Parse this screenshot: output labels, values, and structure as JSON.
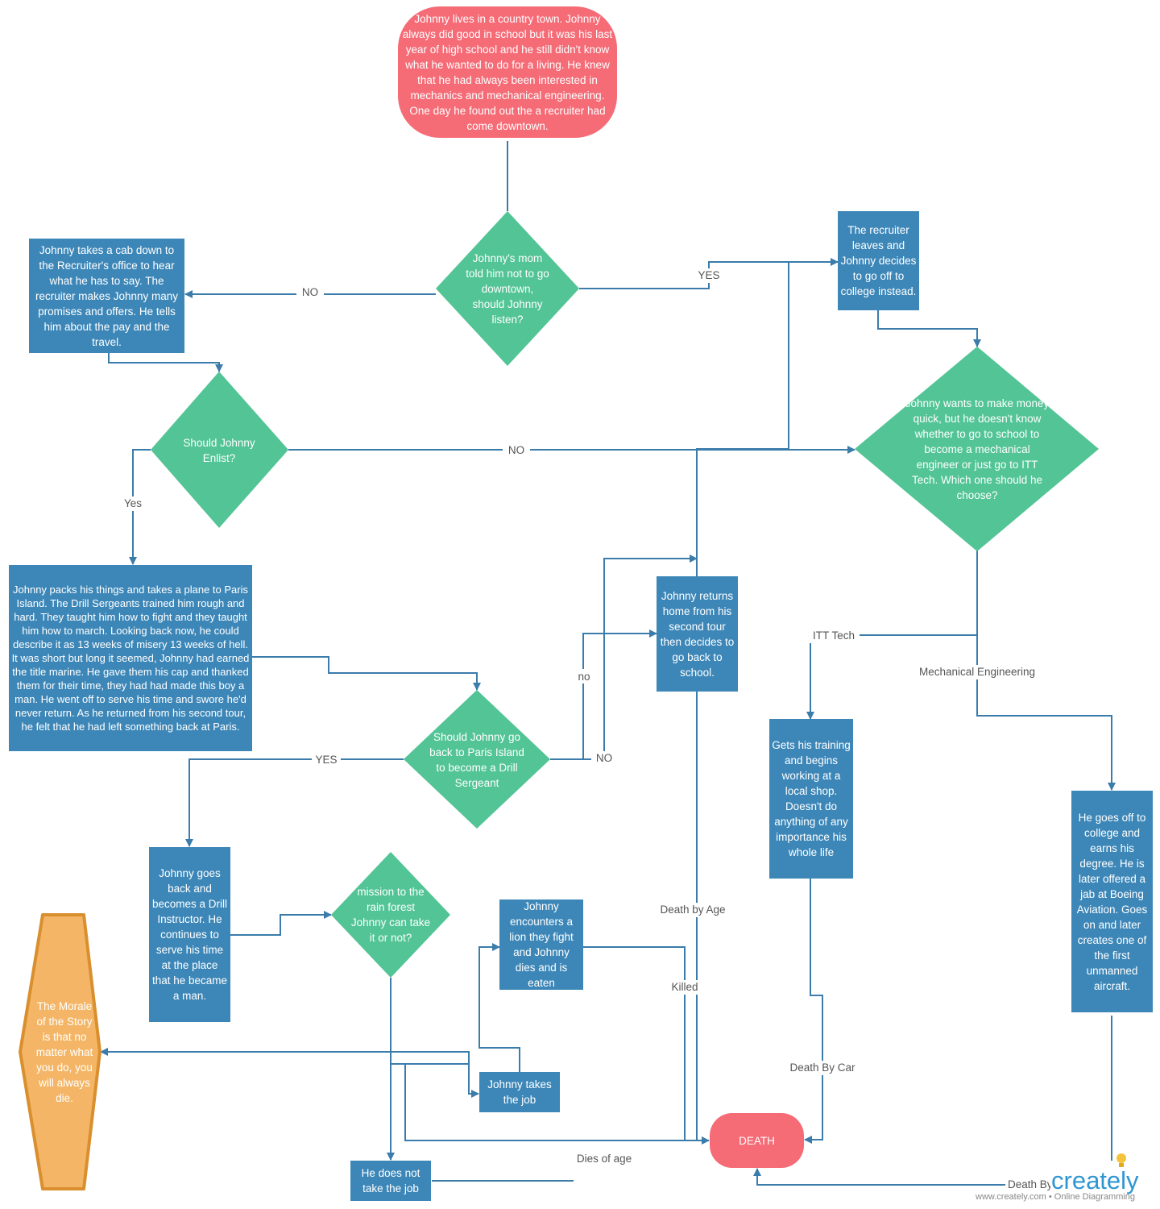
{
  "colors": {
    "start_fill": "#f56b76",
    "process_fill": "#3d87b8",
    "decision_fill": "#52c495",
    "morale_fill": "#f4b666",
    "morale_border": "#d98f2e",
    "connector": "#3b7cab",
    "label_text": "#555555"
  },
  "nodes": {
    "start": "Johnny lives in a country town.  Johnny always did good in school but it was his last year of high school and he still didn't know what he wanted to do for a living. He knew that he had always been interested in mechanics and mechanical engineering. One day he found out the a recruiter had come downtown.",
    "mom_decision": "Johnny's mom told him not to go downtown, should Johnny listen?",
    "cab": "Johnny takes a cab down to the Recruiter's office to hear what he has to say. The recruiter makes Johnny many promises and offers. He tells him about the pay and the travel.",
    "recruiter_leaves": "The recruiter leaves and Johnny decides to go off to college instead.",
    "enlist_decision": "Should Johnny Enlist?",
    "college_decision": "Johnny wants to make money quick, but he doesn't know whether to go to school to become a mechanical engineer or just go to ITT Tech. Which one should he choose?",
    "paris_island": "Johnny packs his things and takes a plane to Paris Island. The Drill Sergeants trained him rough and hard. They taught him how to fight and they taught him how to march.  Looking back now, he could describe it as 13 weeks of misery 13 weeks of hell. It was short but long it seemed, Johnny had earned the title marine. He gave them his cap and thanked them for their time, they had had made this boy a man. He went off to serve his time and swore he'd never return. As he returned from his second tour, he felt that he had left something back at Paris.",
    "returns_home": "Johnny returns home from his second tour then decides to go back to school.",
    "drill_decision": "Should Johnny go back to  Paris Island to become a Drill Sergeant",
    "itt_training": "Gets his training and begins working at a local shop. Doesn't do anything of any importance his whole life",
    "boeing": "He goes off to college and earns his degree. He is later offered a jab at Boeing Aviation. Goes on and later creates one of the first unmanned aircraft.",
    "drill_instructor": "Johnny goes back and becomes a Drill Instructor. He continues to serve his time at the place that he became a man.",
    "mission_decision": "mission to the rain forest Johnny can take it or not?",
    "lion": "Johnny encounters a lion they fight and Johnny dies and is eaten",
    "takes_job": "Johnny takes the job",
    "no_job": "He does not take the job",
    "death": "DEATH",
    "morale": "The Morale of the Story is that no matter what you do, you will always die."
  },
  "edge_labels": {
    "no_cab": "NO",
    "yes_recruiter": "YES",
    "no_enlist": "NO",
    "yes_enlist": "Yes",
    "itt": "ITT Tech",
    "mech": "Mechanical Engineering",
    "no_lower": "no",
    "no_drill": "NO",
    "yes_drill": "YES",
    "death_by_age": "Death by Age",
    "killed": "Killed",
    "death_by_car": "Death By Car",
    "dies_of_age": "Dies of age",
    "death_by": "Death By"
  },
  "watermark": {
    "brand": "creately",
    "tagline": "www.creately.com • Online Diagramming"
  }
}
